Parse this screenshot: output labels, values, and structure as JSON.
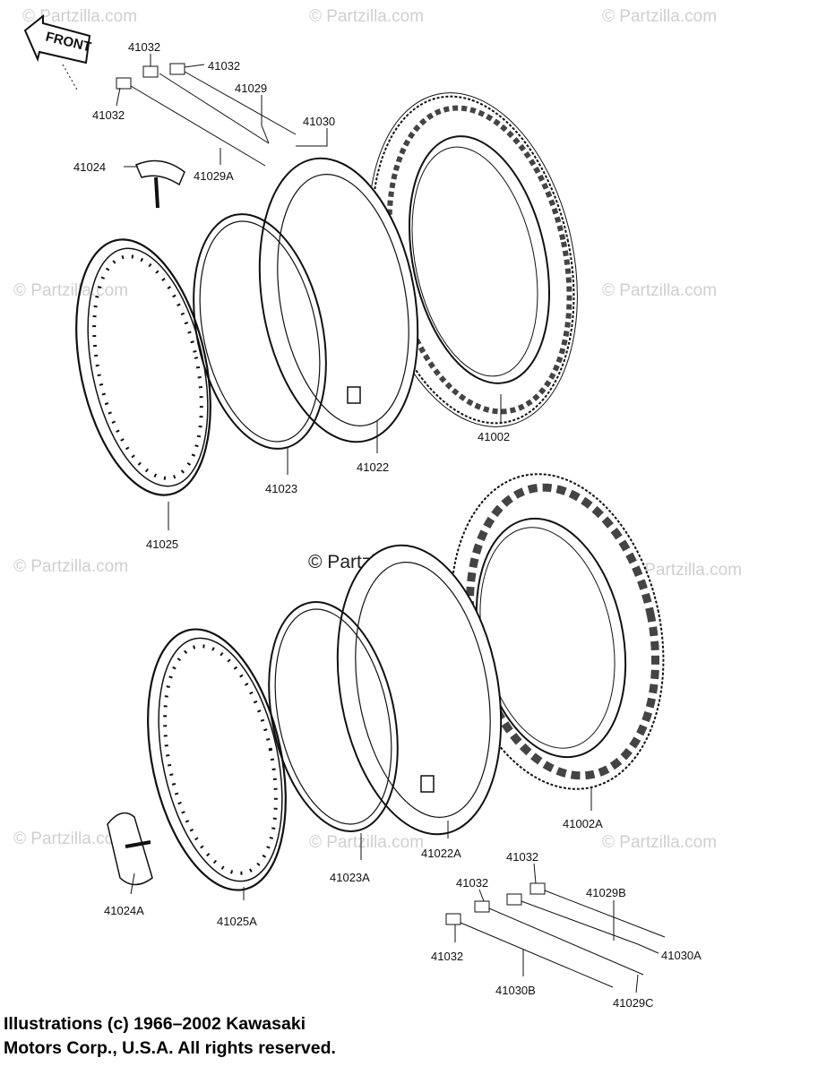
{
  "front_label": "FRONT",
  "watermarks": {
    "text": "© Partzilla.com",
    "center": "© Partzilla.com"
  },
  "labels": {
    "l41032_a": "41032",
    "l41032_b": "41032",
    "l41032_c": "41032",
    "l41029": "41029",
    "l41030": "41030",
    "l41024": "41024",
    "l41029A": "41029A",
    "l41002": "41002",
    "l41022": "41022",
    "l41023": "41023",
    "l41025": "41025",
    "l41002A": "41002A",
    "l41022A": "41022A",
    "l41023A": "41023A",
    "l41024A": "41024A",
    "l41025A": "41025A",
    "l41032_d": "41032",
    "l41032_e": "41032",
    "l41032_f": "41032",
    "l41029B": "41029B",
    "l41030A": "41030A",
    "l41030B": "41030B",
    "l41029C": "41029C"
  },
  "copyright": {
    "line1": "Illustrations (c) 1966–2002 Kawasaki",
    "line2": "Motors Corp., U.S.A.  All rights reserved."
  }
}
